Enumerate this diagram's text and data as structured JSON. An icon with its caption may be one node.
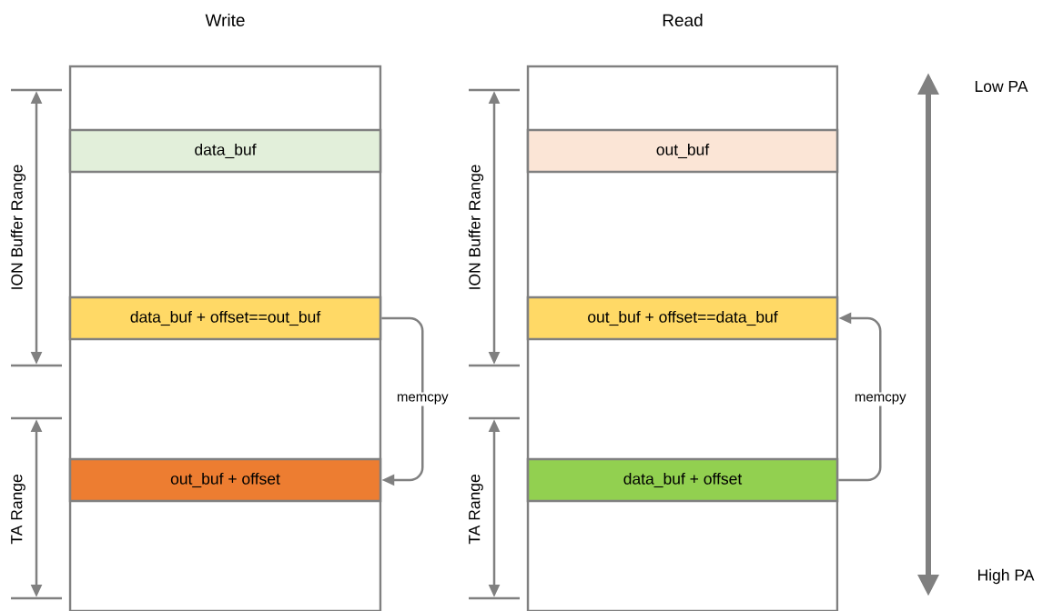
{
  "diagram": {
    "nodes": [
      {
        "text": [
          "Write"
        ]
      },
      {
        "text": [
          "data_buf"
        ],
        "in": 0
      },
      {
        "text": [
          "data_buf + offset==out_buf"
        ],
        "in": 0
      },
      {
        "text": [
          "out_buf + offset"
        ],
        "in": 0
      },
      {
        "text": [
          "Read"
        ]
      },
      {
        "text": [
          "out_buf"
        ],
        "in": 4
      },
      {
        "text": [
          "out_buf + offset==data_buf"
        ],
        "in": 4
      },
      {
        "text": [
          "data_buf + offset"
        ],
        "in": 4
      }
    ],
    "edges": [
      {
        "from": 2,
        "to": 3,
        "arrow": "to",
        "label": "memcpy"
      },
      {
        "from": 7,
        "to": 6,
        "arrow": "to",
        "label": "memcpy"
      }
    ],
    "labels": [
      "ION Buffer Range",
      "TA Range",
      "ION Buffer Range",
      "TA Range",
      "Low PA",
      "High PA"
    ]
  }
}
